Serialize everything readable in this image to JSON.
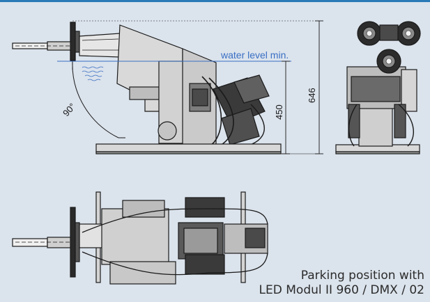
{
  "annotations": {
    "water_level": "water level min.",
    "angle": "90°",
    "dim_height_total": "646",
    "dim_height_water": "450"
  },
  "caption": {
    "line1": "Parking position  with",
    "line2": "LED Modul II 960 / DMX / 02"
  },
  "colors": {
    "background": "#dbe3ec",
    "accent": "#2a7ab8",
    "water_line": "#3a6fc4",
    "ink": "#1a1a1a"
  }
}
